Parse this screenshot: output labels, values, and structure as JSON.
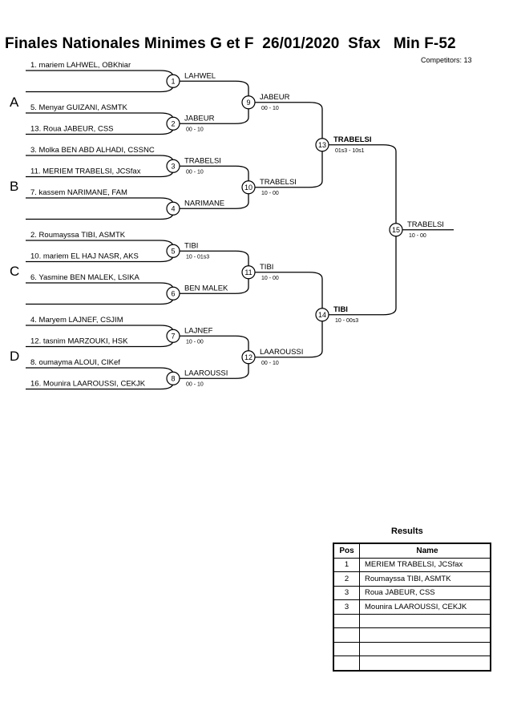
{
  "title": "Finales Nationales Minimes G et F  26/01/2020  Sfax   Min F-52",
  "competitors": "Competitors: 13",
  "pools": [
    "A",
    "B",
    "C",
    "D"
  ],
  "entries": [
    "1. mariem LAHWEL, OBKhiar",
    "",
    "5. Menyar GUIZANI, ASMTK",
    "13. Roua JABEUR, CSS",
    "3. Molka BEN ABD ALHADI, CSSNC",
    "11. MERIEM TRABELSI, JCSfax",
    "7. kassem NARIMANE, FAM",
    "",
    "2. Roumayssa TIBI, ASMTK",
    "10. mariem EL HAJ NASR, AKS",
    "6. Yasmine BEN MALEK, LSIKA",
    "",
    "4. Maryem LAJNEF, CSJIM",
    "12. tasnim MARZOUKI, HSK",
    "8. oumayma ALOUI, CIKef",
    "16. Mounira LAAROUSSI, CEKJK"
  ],
  "matches": [
    {
      "num": "1",
      "winner": "LAHWEL",
      "score": ""
    },
    {
      "num": "2",
      "winner": "JABEUR",
      "score": "00 - 10"
    },
    {
      "num": "3",
      "winner": "TRABELSI",
      "score": "00 - 10"
    },
    {
      "num": "4",
      "winner": "NARIMANE",
      "score": ""
    },
    {
      "num": "5",
      "winner": "TIBI",
      "score": "10 - 01s3"
    },
    {
      "num": "6",
      "winner": "BEN MALEK",
      "score": ""
    },
    {
      "num": "7",
      "winner": "LAJNEF",
      "score": "10 - 00"
    },
    {
      "num": "8",
      "winner": "LAAROUSSI",
      "score": "00 - 10"
    },
    {
      "num": "9",
      "winner": "JABEUR",
      "score": "00 - 10"
    },
    {
      "num": "10",
      "winner": "TRABELSI",
      "score": "10 - 00"
    },
    {
      "num": "11",
      "winner": "TIBI",
      "score": "10 - 00"
    },
    {
      "num": "12",
      "winner": "LAAROUSSI",
      "score": "00 - 10"
    },
    {
      "num": "13",
      "winner": "TRABELSI",
      "score": "01s3 - 10s1"
    },
    {
      "num": "14",
      "winner": "TIBI",
      "score": "10 - 00s3"
    },
    {
      "num": "15",
      "winner": "TRABELSI",
      "score": "10 - 00"
    }
  ],
  "results": {
    "title": "Results",
    "headers": {
      "pos": "Pos",
      "name": "Name"
    },
    "rows": [
      {
        "pos": "1",
        "name": "MERIEM TRABELSI, JCSfax"
      },
      {
        "pos": "2",
        "name": "Roumayssa TIBI, ASMTK"
      },
      {
        "pos": "3",
        "name": "Roua JABEUR, CSS"
      },
      {
        "pos": "3",
        "name": "Mounira LAAROUSSI, CEKJK"
      },
      {
        "pos": "",
        "name": ""
      },
      {
        "pos": "",
        "name": ""
      },
      {
        "pos": "",
        "name": ""
      },
      {
        "pos": "",
        "name": ""
      }
    ]
  }
}
